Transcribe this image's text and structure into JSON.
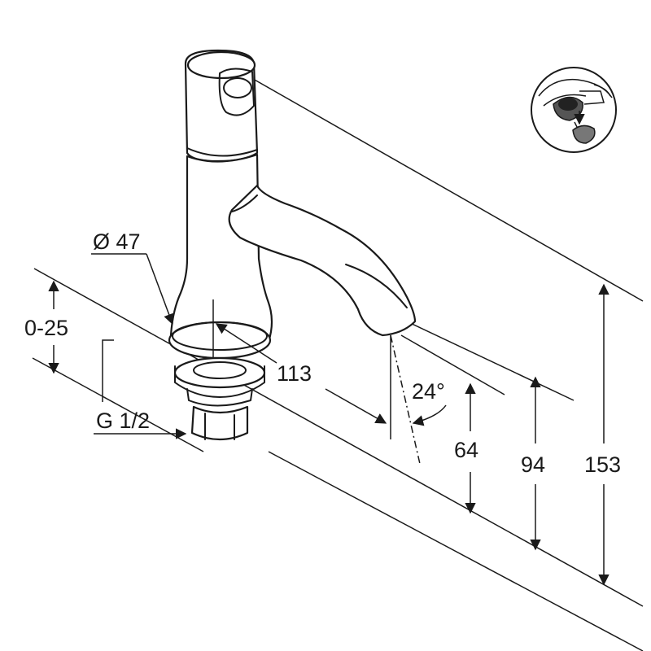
{
  "dimensions": {
    "diameter": "Ø 47",
    "height_range": "0-25",
    "thread": "G 1/2",
    "projection": "113",
    "angle": "24°",
    "spout_height": "64",
    "spout_top": "94",
    "total_height": "153"
  },
  "icons": {
    "aerator_detail": "aerator-detail-icon"
  }
}
